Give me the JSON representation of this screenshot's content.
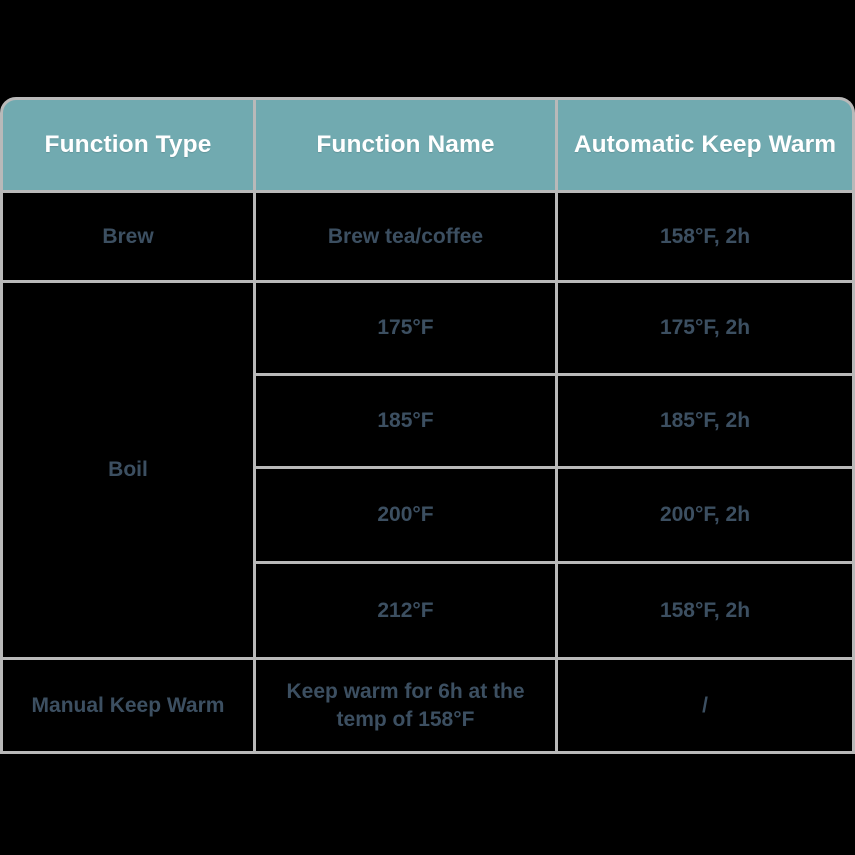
{
  "table": {
    "headers": [
      "Function Type",
      "Function Name",
      "Automatic Keep Warm"
    ],
    "rows": [
      {
        "function_type": "Brew",
        "function_name": "Brew tea/coffee",
        "keep_warm": "158°F, 2h"
      },
      {
        "function_type": "Boil",
        "function_name": "175°F",
        "keep_warm": "175°F, 2h"
      },
      {
        "function_type": "",
        "function_name": "185°F",
        "keep_warm": "185°F, 2h"
      },
      {
        "function_type": "",
        "function_name": "200°F",
        "keep_warm": "200°F, 2h"
      },
      {
        "function_type": "",
        "function_name": "212°F",
        "keep_warm": "158°F, 2h"
      },
      {
        "function_type": "Manual Keep Warm",
        "function_name_line1": "Keep warm for 6h at the",
        "function_name_line2": "temp of 158°F",
        "keep_warm": "/"
      }
    ],
    "merged_label": "Boil",
    "colors": {
      "header_background": "#71aab0",
      "header_text": "#ffffff",
      "cell_text": "#3c4f61",
      "border": "#b9b9b9",
      "page_background": "#000000"
    }
  }
}
